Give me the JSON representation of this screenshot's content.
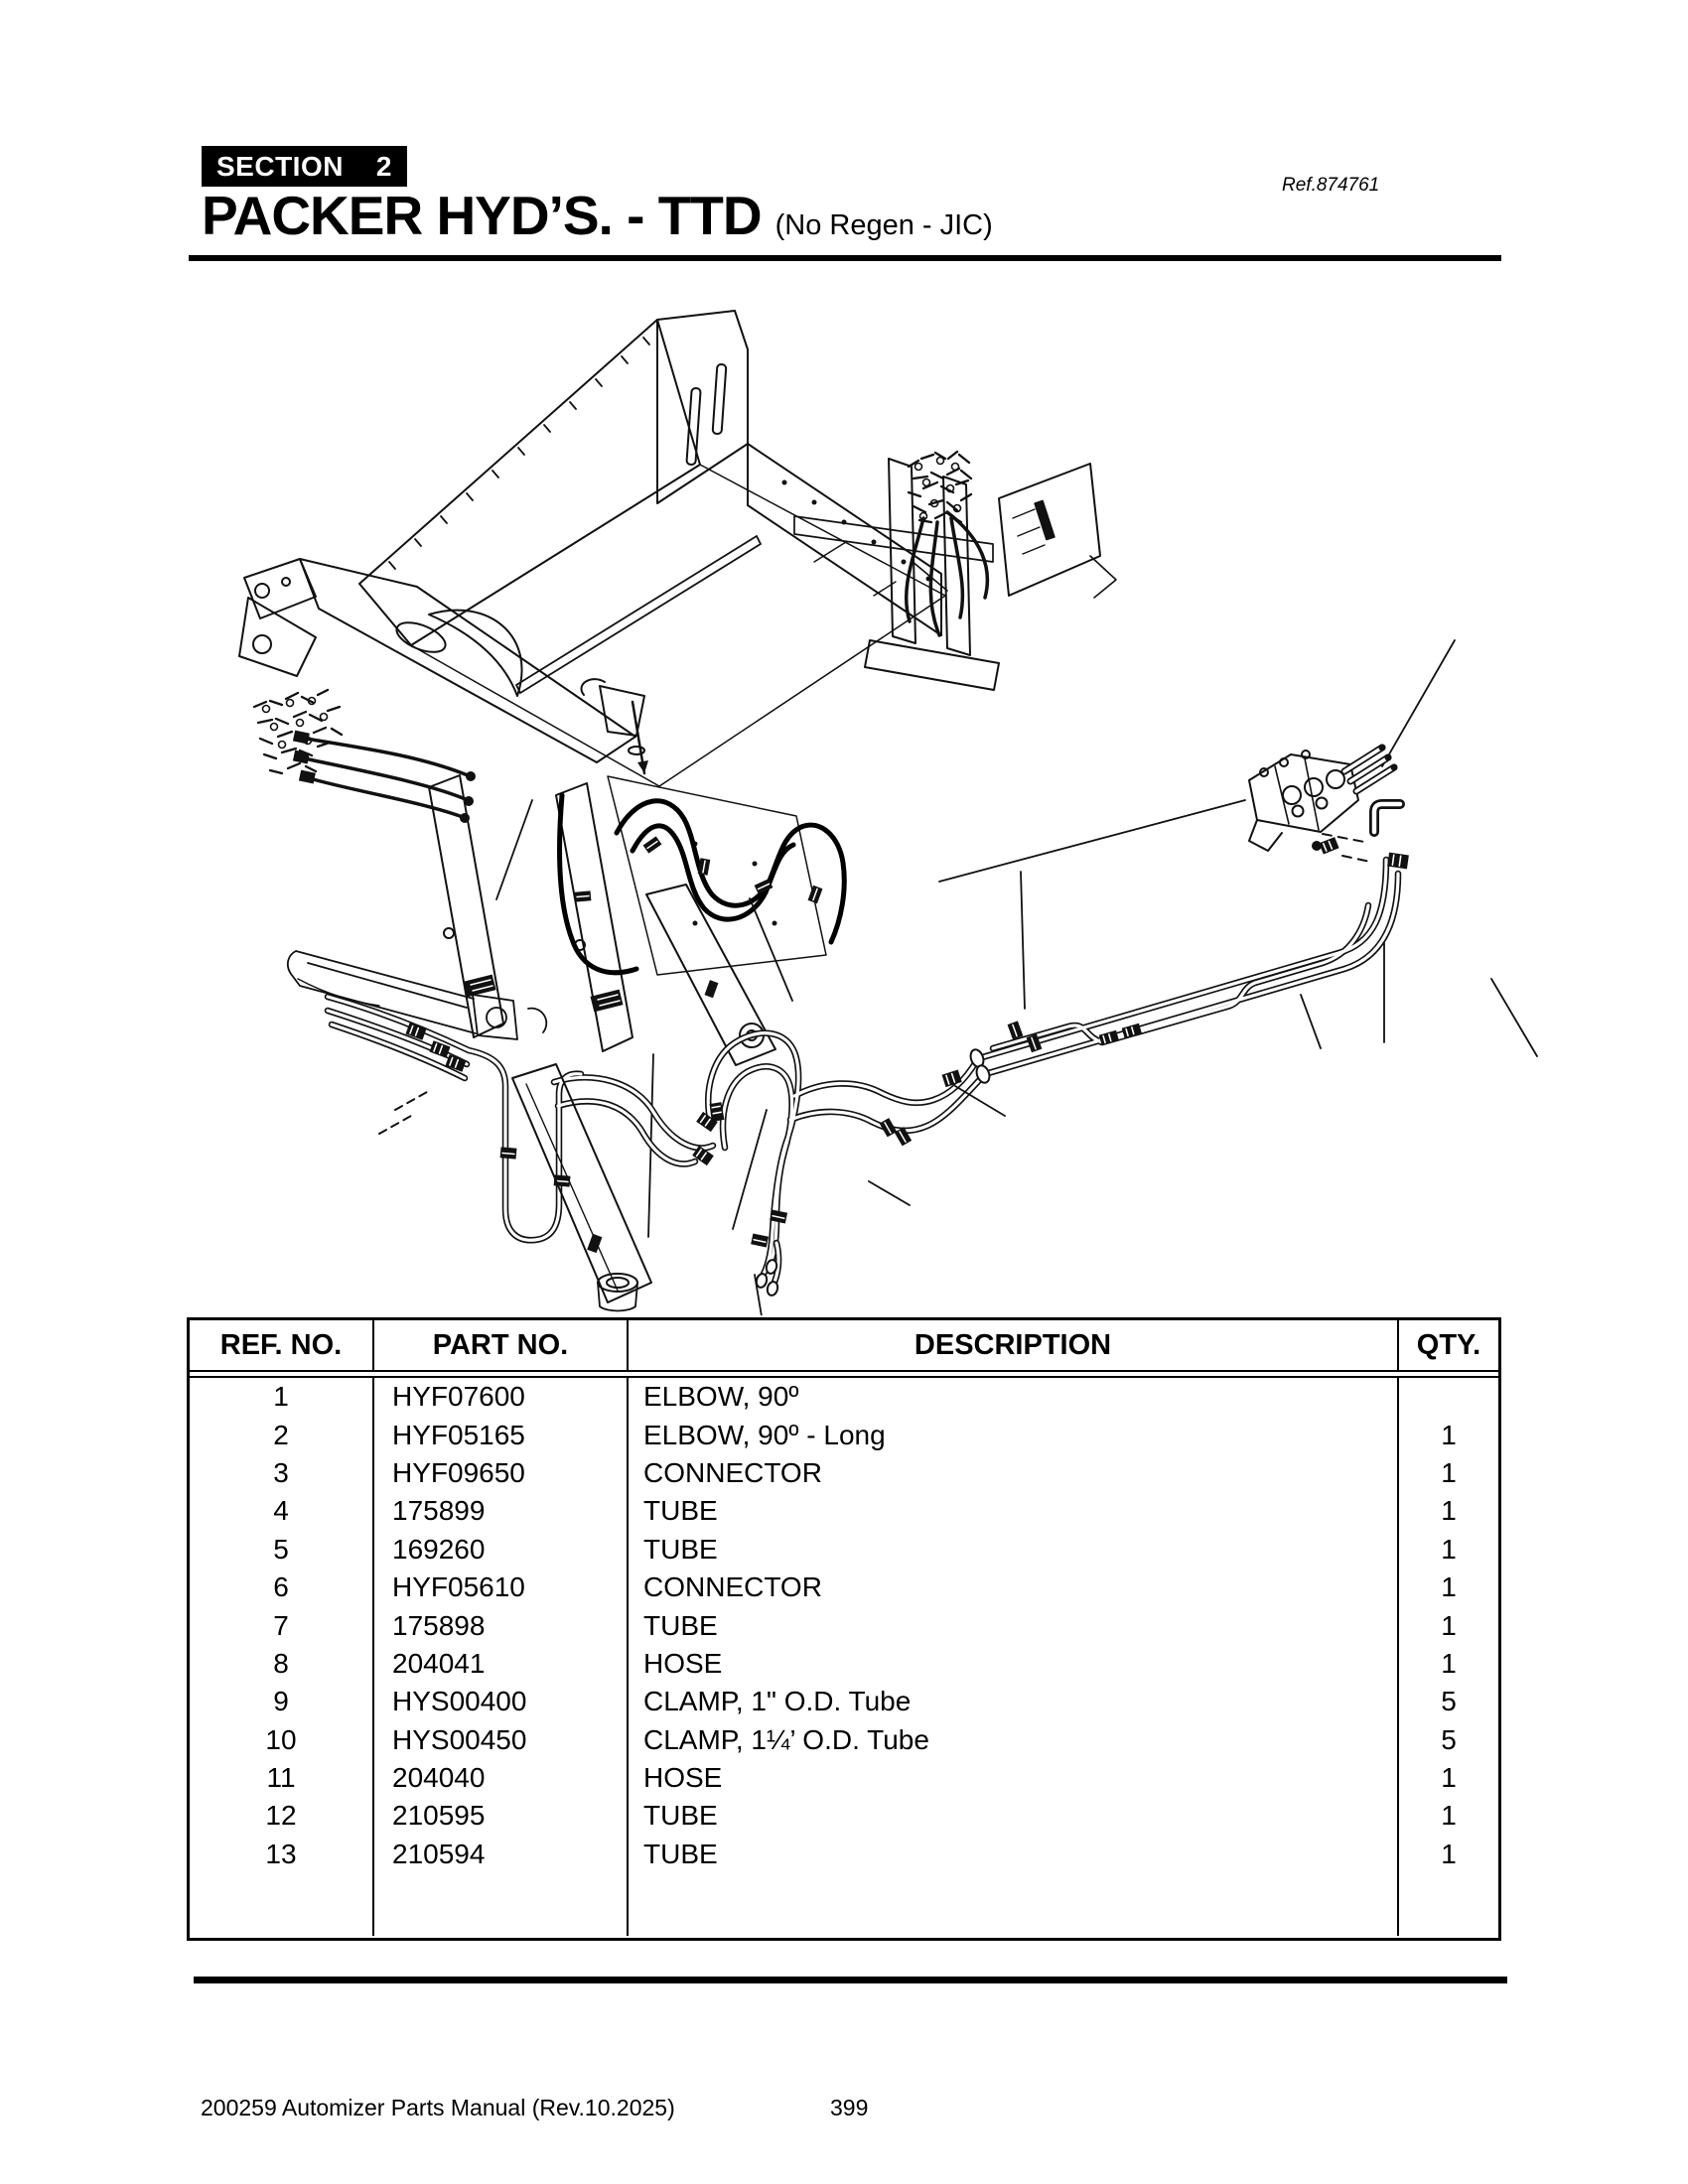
{
  "header": {
    "section_label": "SECTION",
    "section_number": "2",
    "title": "PACKER HYD’S. - TTD",
    "subtitle": "(No Regen - JIC)",
    "ref": "Ref.874761"
  },
  "colors": {
    "ink": "#000000",
    "paper": "#ffffff"
  },
  "diagram": {
    "illustrations": [
      "packer-body-isometric",
      "packer-hydraulic-lines-exploded"
    ]
  },
  "table": {
    "headers": [
      "REF. NO.",
      "PART NO.",
      "DESCRIPTION",
      "QTY."
    ],
    "rows": [
      {
        "ref": "1",
        "part": "HYF07600",
        "desc": "ELBOW, 90º",
        "qty": ""
      },
      {
        "ref": "2",
        "part": "HYF05165",
        "desc": "ELBOW, 90º - Long",
        "qty": "1"
      },
      {
        "ref": "3",
        "part": "HYF09650",
        "desc": "CONNECTOR",
        "qty": "1"
      },
      {
        "ref": "4",
        "part": "175899",
        "desc": "TUBE",
        "qty": "1"
      },
      {
        "ref": "5",
        "part": "169260",
        "desc": "TUBE",
        "qty": "1"
      },
      {
        "ref": "6",
        "part": "HYF05610",
        "desc": "CONNECTOR",
        "qty": "1"
      },
      {
        "ref": "7",
        "part": "175898",
        "desc": "TUBE",
        "qty": "1"
      },
      {
        "ref": "8",
        "part": "204041",
        "desc": "HOSE",
        "qty": "1"
      },
      {
        "ref": "9",
        "part": "HYS00400",
        "desc": "CLAMP, 1\" O.D. Tube",
        "qty": "5"
      },
      {
        "ref": "10",
        "part": "HYS00450",
        "desc": "CLAMP, 1¼’ O.D. Tube",
        "qty": "5"
      },
      {
        "ref": "11",
        "part": "204040",
        "desc": "HOSE",
        "qty": "1"
      },
      {
        "ref": "12",
        "part": "210595",
        "desc": "TUBE",
        "qty": "1"
      },
      {
        "ref": "13",
        "part": "210594",
        "desc": "TUBE",
        "qty": "1"
      }
    ]
  },
  "footer": {
    "manual": "200259 Automizer Parts Manual (Rev.10.2025)",
    "page_number": "399"
  }
}
